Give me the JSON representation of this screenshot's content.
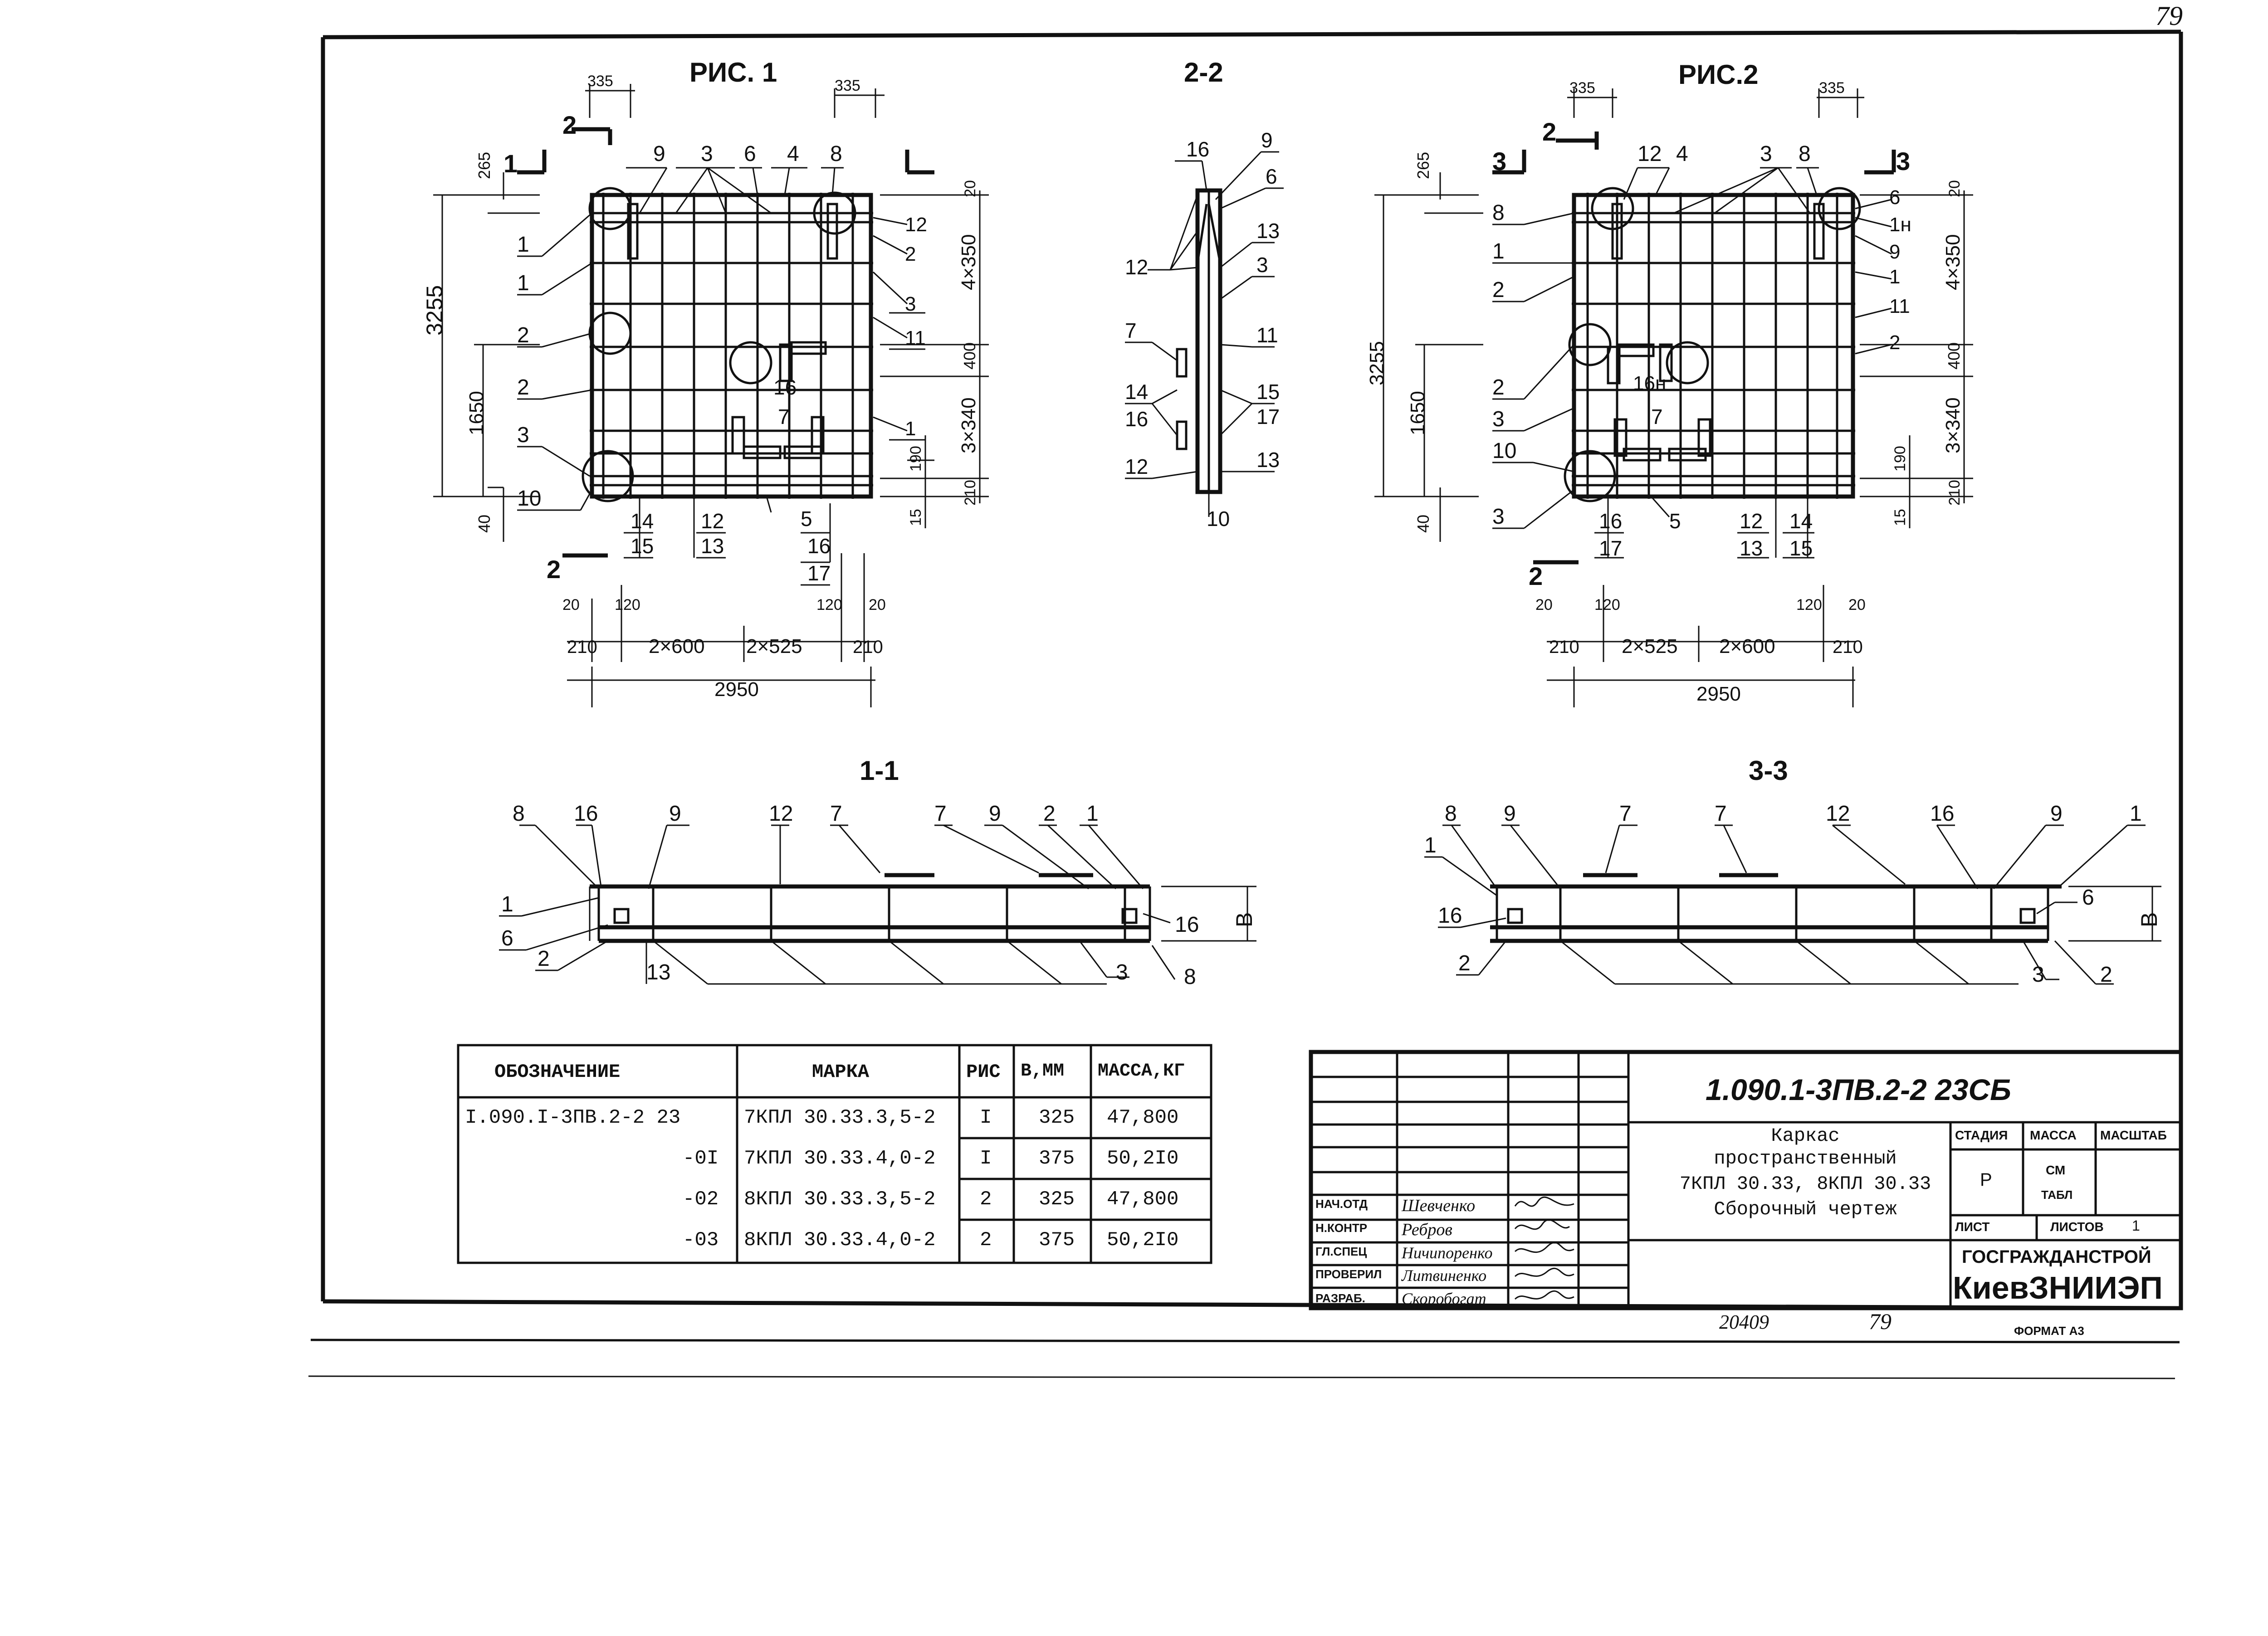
{
  "page_number_top": "79",
  "figures": {
    "fig1_title": "РИС. 1",
    "fig2_title": "РИС.2",
    "section_2_2": "2-2",
    "section_1_1": "1-1",
    "section_3_3": "3-3"
  },
  "fig1": {
    "dims_top": [
      "335",
      "335"
    ],
    "dims_left": [
      "265",
      "3255",
      "1650",
      "40"
    ],
    "dims_right": [
      "20",
      "4×350",
      "400",
      "3×340",
      "190",
      "15",
      "210"
    ],
    "dims_bottom_small": [
      "20",
      "120",
      "120",
      "20"
    ],
    "dims_bottom": [
      "210",
      "2×600",
      "2×525",
      "210"
    ],
    "total_width": "2950",
    "callouts_top": [
      "9",
      "3",
      "6",
      "4",
      "8"
    ],
    "callouts_left": [
      "1",
      "1",
      "2",
      "2",
      "3",
      "10"
    ],
    "callouts_right": [
      "12",
      "2",
      "3",
      "11",
      "1"
    ],
    "callouts_bottom": [
      "14",
      "15",
      "12",
      "13",
      "5",
      "16",
      "17"
    ],
    "callouts_inner": [
      "16",
      "7"
    ],
    "section_marks": [
      "2",
      "1",
      "2"
    ]
  },
  "fig2": {
    "dims_top": [
      "335",
      "335"
    ],
    "dims_left": [
      "265",
      "3255",
      "1650",
      "40"
    ],
    "dims_right": [
      "20",
      "4×350",
      "400",
      "3×340",
      "190",
      "15",
      "210"
    ],
    "dims_bottom_small": [
      "20",
      "120",
      "120",
      "20"
    ],
    "dims_bottom": [
      "210",
      "2×525",
      "2×600",
      "210"
    ],
    "total_width": "2950",
    "callouts_top": [
      "12",
      "4",
      "3",
      "8"
    ],
    "callouts_left": [
      "8",
      "1",
      "2",
      "2",
      "3",
      "10",
      "3"
    ],
    "callouts_right": [
      "6",
      "1н",
      "9",
      "1",
      "11",
      "2"
    ],
    "callouts_bottom": [
      "16",
      "17",
      "5",
      "12",
      "13",
      "14",
      "15"
    ],
    "callouts_inner": [
      "16н",
      "7"
    ],
    "section_marks": [
      "3",
      "2",
      "3",
      "2"
    ]
  },
  "sec22": {
    "callouts_left": [
      "16",
      "12",
      "7",
      "14",
      "16",
      "12"
    ],
    "callouts_right": [
      "9",
      "6",
      "13",
      "3",
      "11",
      "15",
      "17",
      "13"
    ],
    "callout_bottom": "10"
  },
  "sec11": {
    "callouts_top": [
      "8",
      "16",
      "9",
      "12",
      "7",
      "7",
      "9",
      "2",
      "1"
    ],
    "callouts_left": [
      "1",
      "6",
      "2"
    ],
    "callouts_bottom": [
      "13",
      "3",
      "8"
    ],
    "callout_right": "16",
    "dim": "В"
  },
  "sec33": {
    "callouts_top": [
      "8",
      "9",
      "7",
      "7",
      "12",
      "16",
      "9",
      "1"
    ],
    "callouts_left": [
      "1",
      "16",
      "2"
    ],
    "callouts_bottom": [
      "3",
      "2"
    ],
    "callout_right": "6",
    "dim": "В"
  },
  "spec_table": {
    "headers": [
      "ОБОЗНАЧЕНИЕ",
      "МАРКА",
      "РИС",
      "В,ММ",
      "МАССА,КГ"
    ],
    "rows": [
      [
        "I.090.I-3ПВ.2-2 23",
        "7КПЛ 30.33.3,5-2",
        "I",
        "325",
        "47,800"
      ],
      [
        "-0I",
        "7КПЛ 30.33.4,0-2",
        "I",
        "375",
        "50,2I0"
      ],
      [
        "-02",
        "8КПЛ 30.33.3,5-2",
        "2",
        "325",
        "47,800"
      ],
      [
        "-03",
        "8КПЛ 30.33.4,0-2",
        "2",
        "375",
        "50,2I0"
      ]
    ]
  },
  "title_block": {
    "doc_code": "1.090.1-3ПВ.2-2   23СБ",
    "title_lines": [
      "Каркас",
      "пространственный",
      "7КПЛ 30.33, 8КПЛ 30.33",
      "Сборочный чертеж"
    ],
    "stage_label": "СТАДИЯ",
    "mass_label": "МАССА",
    "scale_label": "МАСШТАБ",
    "stage_value": "Р",
    "mass_value_1": "СМ",
    "mass_value_2": "ТАБЛ",
    "sheet_label": "ЛИСТ",
    "sheets_label": "ЛИСТОВ",
    "sheets_value": "1",
    "org_1": "ГОСГРАЖДАНСТРОЙ",
    "org_2": "КиевЗНИИЭП",
    "roles": [
      "НАЧ.ОТД",
      "Н.КОНТР",
      "ГЛ.СПЕЦ",
      "ПРОВЕРИЛ",
      "РАЗРАБ."
    ],
    "names": [
      "Шевченко",
      "Ребров",
      "Ничипоренко",
      "Литвиненко",
      "Скоробогат"
    ]
  },
  "footer": {
    "archive_no": "20409",
    "page": "79",
    "format": "ФОРМАТ А3"
  }
}
